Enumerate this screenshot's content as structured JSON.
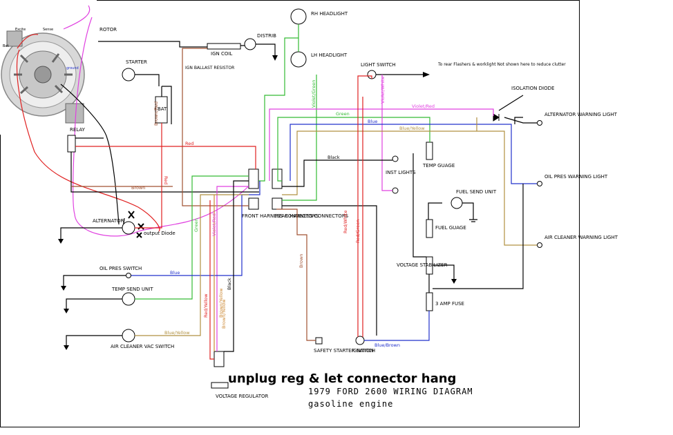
{
  "title": "1979 FORD 2600  WIRING DIAGRAM",
  "subtitle": "gasoline engine",
  "note": "unplug reg & let connector hang",
  "colors": {
    "red": "#e02020",
    "green": "#33bb33",
    "blue": "#2030cc",
    "violet": "#e040e0",
    "orange": "#cc8833",
    "brown": "#a05030",
    "black": "#000000",
    "olive": "#b09040"
  },
  "components": {
    "rotor": "ROTOR",
    "starter": "STARTER",
    "bat": "BAT",
    "relay": "RELAY",
    "alternator": "ALTERNATOR",
    "output_diode": "output Diode",
    "ign_coil": "IGN COIL",
    "ign_ballast": "IGN BALLAST RESISTOR",
    "distrib": "DISTRIB",
    "rh_headlight": "RH HEADLIGHT",
    "lh_headlight": "LH HEADLIGHT",
    "light_switch": "LIGHT SWITCH",
    "rear_flashers_note": "To rear Flashers & worklight Not shown here to reduce clutter",
    "isolation_diode": "ISOLATION DIODE",
    "alt_warning_light": "ALTERNATOR WARNING LIGHT",
    "oil_pres_warning_light": "OIL PRES WARNING LIGHT",
    "air_cleaner_warning_light": "AIR CLEANER WARNING LIGHT",
    "temp_gauge": "TEMP GUAGE",
    "inst_lights": "INST LIGHTS",
    "fuel_send_unit": "FUEL SEND UNIT",
    "fuel_gauge": "FUEL GUAGE",
    "voltage_stabilizer": "VOLTAGE STABILIZER",
    "amp_fuse": "3 AMP FUSE",
    "front_harness": "FRONT HARNESS CONNECTORS",
    "rear_harness": "REAR HARNESS CONNECTORS",
    "oil_pres_switch": "OIL PRES SWITCH",
    "temp_send_unit": "TEMP SEND UNIT",
    "air_cleaner_vac_switch": "AIR CLEANER VAC SWITCH",
    "safety_starter_switch": "SAFETY STARTER SWITCH",
    "ignition": "IGNITION",
    "voltage_regulator": "VOLTAGE REGULATOR"
  },
  "wire_labels": {
    "red1": "Red",
    "red2": "Red",
    "brown_red": "Brown/Red",
    "brown1": "Brown",
    "brown2": "Brown",
    "green1": "Green",
    "green2": "Green",
    "violet_green": "Violet/Green",
    "violet_white": "Violet/White",
    "violet_red1": "Violet/Red",
    "violet_red2": "Violet/Red",
    "blue1": "Blue",
    "blue2": "Blue",
    "blue_yellow1": "Blue/Yellow",
    "blue_yellow2": "Blue/Yellow",
    "black1": "Black",
    "black2": "Black",
    "red_yellow": "Red/Yellow",
    "brown_yellow1": "Brown/Yellow",
    "brown_yellow2": "Brown/Yellow",
    "red_white": "Red/White",
    "red_green": "Red/Green",
    "blue_brown": "Blue/Brown"
  },
  "photo_labels": {
    "excite": "Excite",
    "sense": "Sense",
    "bat": "Bat",
    "ground_note": "ground"
  }
}
